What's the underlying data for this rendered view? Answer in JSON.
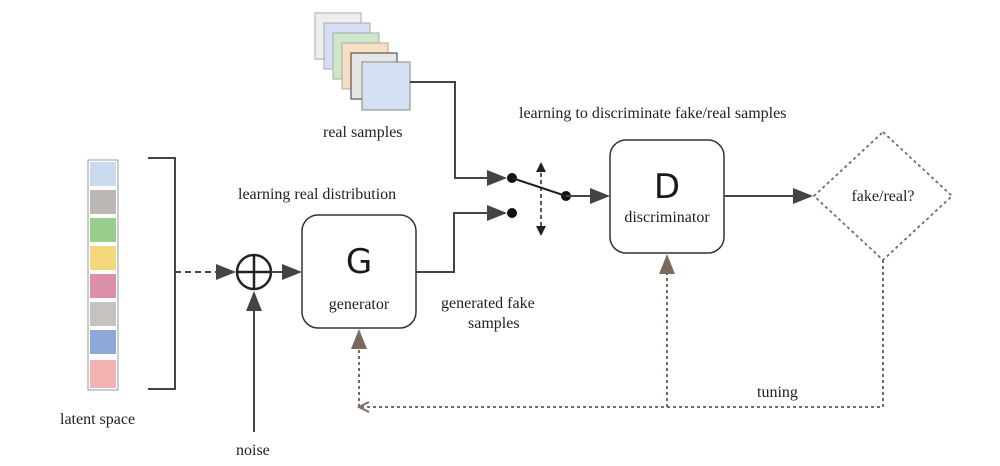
{
  "labels": {
    "real_samples": "real samples",
    "learning_discriminate": "learning to discriminate fake/real samples",
    "learning_real": "learning real distribution",
    "generated_fake_line1": "generated fake",
    "generated_fake_line2": "samples",
    "latent_space": "latent space",
    "noise": "noise",
    "tuning": "tuning",
    "fake_real": "fake/real?"
  },
  "generator": {
    "letter": "G",
    "name": "generator"
  },
  "discriminator": {
    "letter": "D",
    "name": "discriminator"
  },
  "latent_vector": {
    "colors": [
      "#c9d9ee",
      "#bcb7b2",
      "#98cf8e",
      "#f2d77c",
      "#dc8fab",
      "#c5c2bf",
      "#8fa8d8",
      "#f2b2b2"
    ]
  },
  "real_sample_cards": {
    "colors": [
      "#eeeeee",
      "#d5def5",
      "#cfe6c9",
      "#f7ddc2",
      "#e6e6e6",
      "#d3e1f3"
    ]
  }
}
